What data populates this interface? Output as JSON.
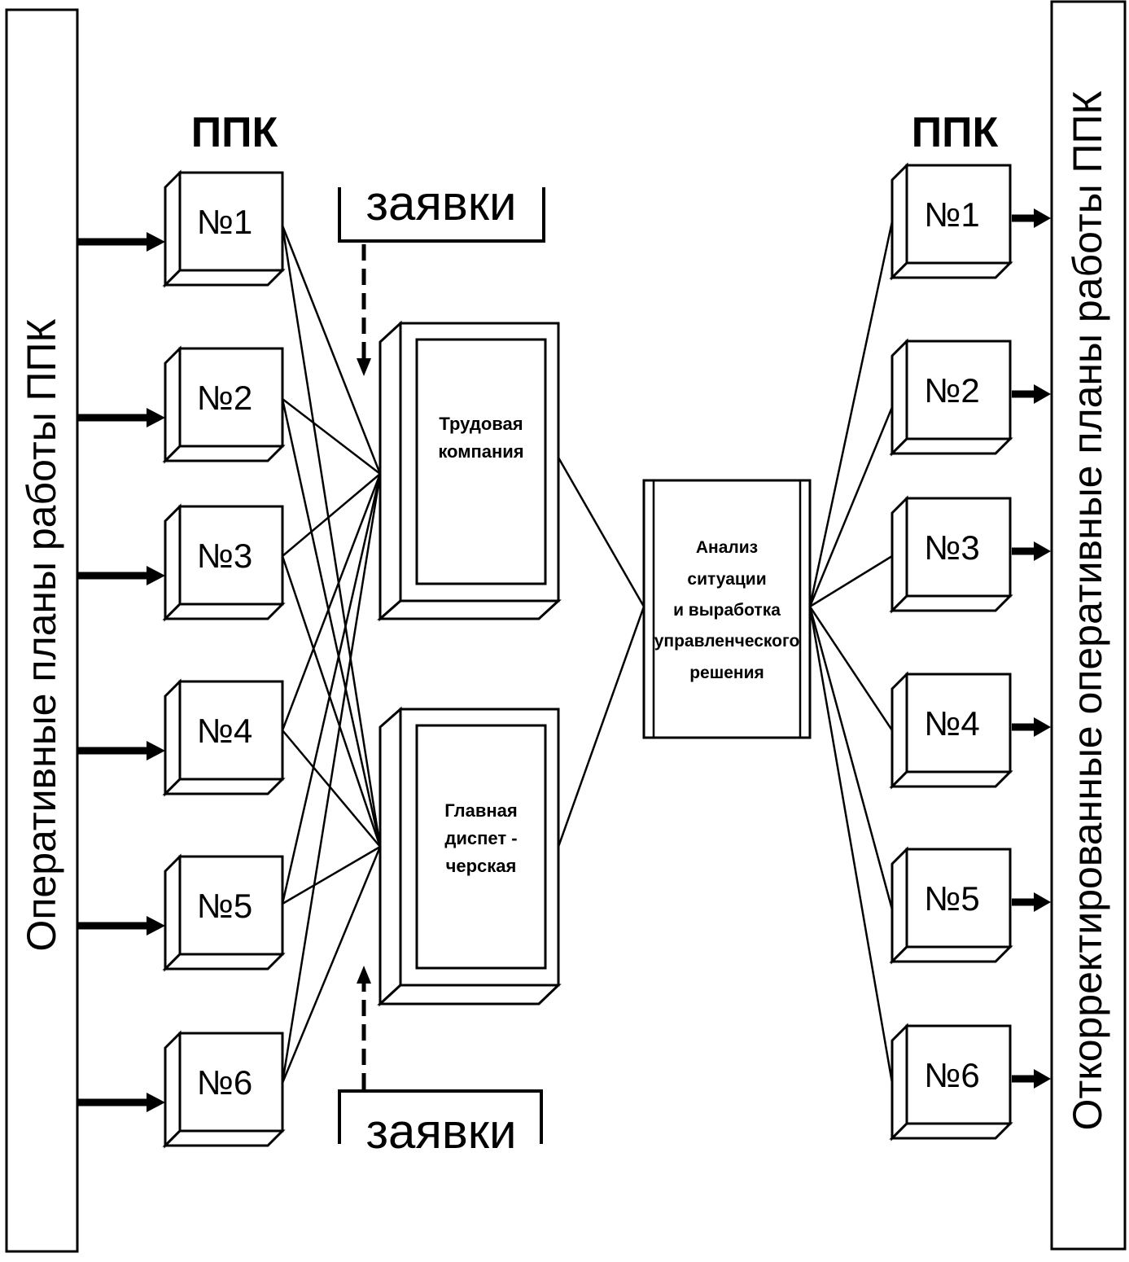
{
  "left_panel": {
    "label": "Оперативные планы работы ППК"
  },
  "right_panel": {
    "label": "Откорректированные оперативные планы работы ППК"
  },
  "left_group": {
    "title": "ППК",
    "boxes": [
      "№1",
      "№2",
      "№3",
      "№4",
      "№5",
      "№6"
    ]
  },
  "right_group": {
    "title": "ППК",
    "boxes": [
      "№1",
      "№2",
      "№3",
      "№4",
      "№5",
      "№6"
    ]
  },
  "requests_top": {
    "label": "заявки"
  },
  "requests_bottom": {
    "label": "заявки"
  },
  "labor_company": {
    "lines": [
      "Трудовая",
      "компания"
    ]
  },
  "main_dispatch": {
    "lines": [
      "Главная",
      "диспет -",
      "черская"
    ]
  },
  "analysis": {
    "lines": [
      "Анализ",
      "ситуации",
      "и выработка",
      "управленческого",
      "решения"
    ]
  }
}
